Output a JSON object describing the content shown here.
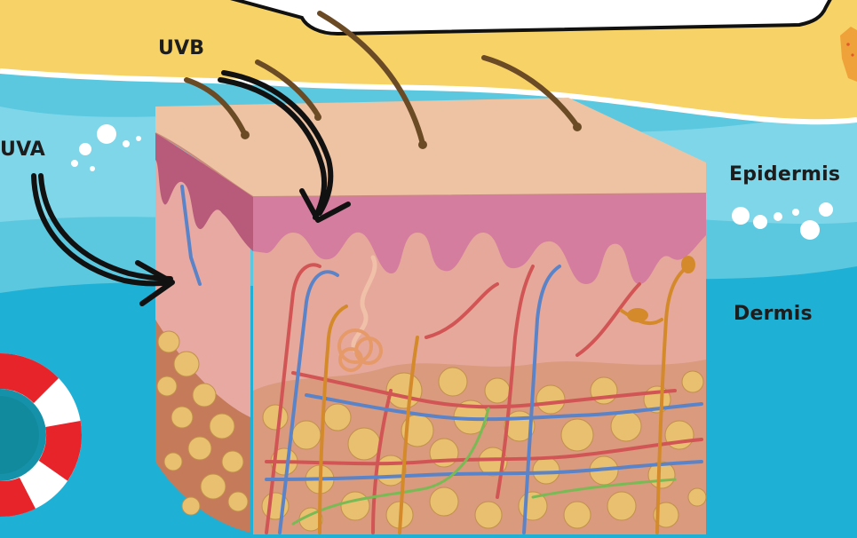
{
  "labels": {
    "uvb": "UVB",
    "uva": "UVA",
    "epidermis": "Epidermis",
    "dermis": "Dermis"
  },
  "colors": {
    "sand": "#f7d266",
    "sea_light": "#5bc8df",
    "sea_dark": "#1fb0d6",
    "skin_top": "#edc3a4",
    "epidermis": "#d47d9f",
    "dermis": "#e6a89a",
    "fat": "#e8b866",
    "artery": "#d25555",
    "vein": "#5b84c8",
    "nerve": "#7aba55",
    "gland": "#d48a2a",
    "hair": "#6b4a26",
    "arrow": "#111111",
    "lifebuoy_red": "#e8242b",
    "lifebuoy_white": "#ffffff"
  }
}
